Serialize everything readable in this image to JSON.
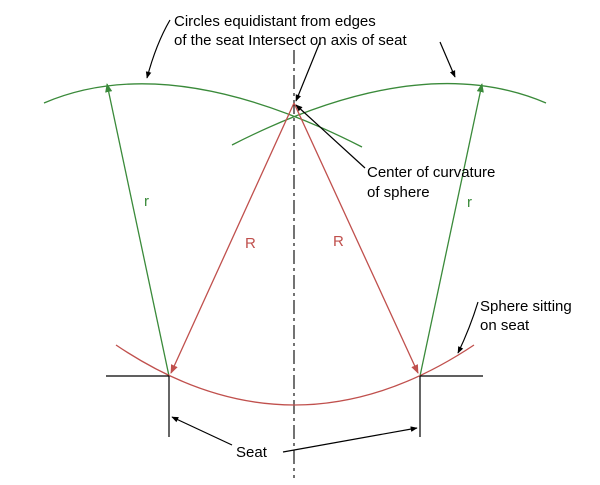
{
  "labels": {
    "circles_line1": "Circles equidistant from edges",
    "circles_line2": "of the seat Intersect on axis of seat",
    "center_line1": "Center of curvature",
    "center_line2": "of sphere",
    "sphere_line1": "Sphere sitting",
    "sphere_line2": "on seat",
    "seat": "Seat",
    "r_left": "r",
    "r_right": "r",
    "R_left": "R",
    "R_right": "R"
  },
  "colors": {
    "circle_arcs": "#3a8a3a",
    "radius_R": "#c0504d",
    "sphere": "#c0504d",
    "annotation": "#000000"
  }
}
